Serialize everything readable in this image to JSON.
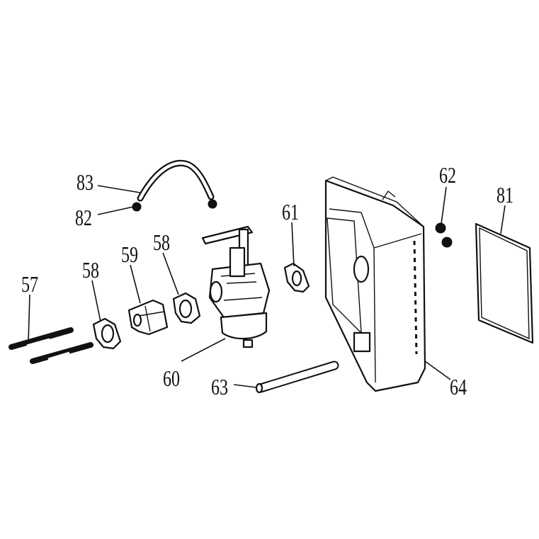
{
  "title": "Carburetor and air filter exploded parts diagram",
  "callouts": {
    "p57": "57",
    "p58a": "58",
    "p59": "59",
    "p58b": "58",
    "p60": "60",
    "p61": "61",
    "p62": "62",
    "p63": "63",
    "p64": "64",
    "p81": "81",
    "p82": "82",
    "p83": "83"
  }
}
